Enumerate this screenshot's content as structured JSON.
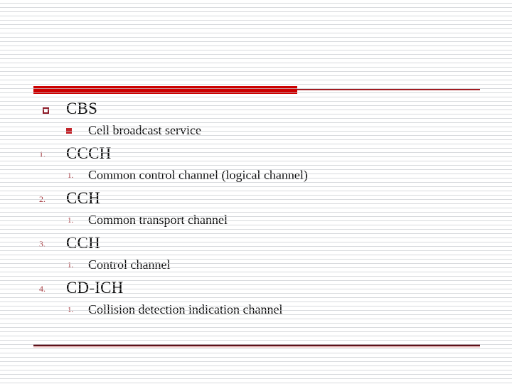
{
  "slide": {
    "background_color": "#ffffff",
    "accent_color": "#CC0000",
    "marker_color": "#9C1F2E",
    "rule_color": "#5E1118",
    "header_rule_name": "red title rule",
    "footer_rule_name": "red footer rule"
  },
  "items": [
    {
      "marker_type": "hollow-square",
      "marker": "",
      "title": "CBS",
      "sub": {
        "marker_type": "filled-square",
        "marker": "",
        "text": "Cell broadcast service"
      }
    },
    {
      "marker_type": "number",
      "marker": "1.",
      "title": "CCCH",
      "sub": {
        "marker_type": "number",
        "marker": "1.",
        "text": "Common control channel (logical channel)"
      }
    },
    {
      "marker_type": "number",
      "marker": "2.",
      "title": "CCH",
      "sub": {
        "marker_type": "number",
        "marker": "1.",
        "text": "Common transport channel"
      }
    },
    {
      "marker_type": "number",
      "marker": "3.",
      "title": "CCH",
      "sub": {
        "marker_type": "number",
        "marker": "1.",
        "text": "Control channel"
      }
    },
    {
      "marker_type": "number",
      "marker": "4.",
      "title": "CD-ICH",
      "sub": {
        "marker_type": "number",
        "marker": "1.",
        "text": "Collision detection indication channel"
      }
    }
  ]
}
